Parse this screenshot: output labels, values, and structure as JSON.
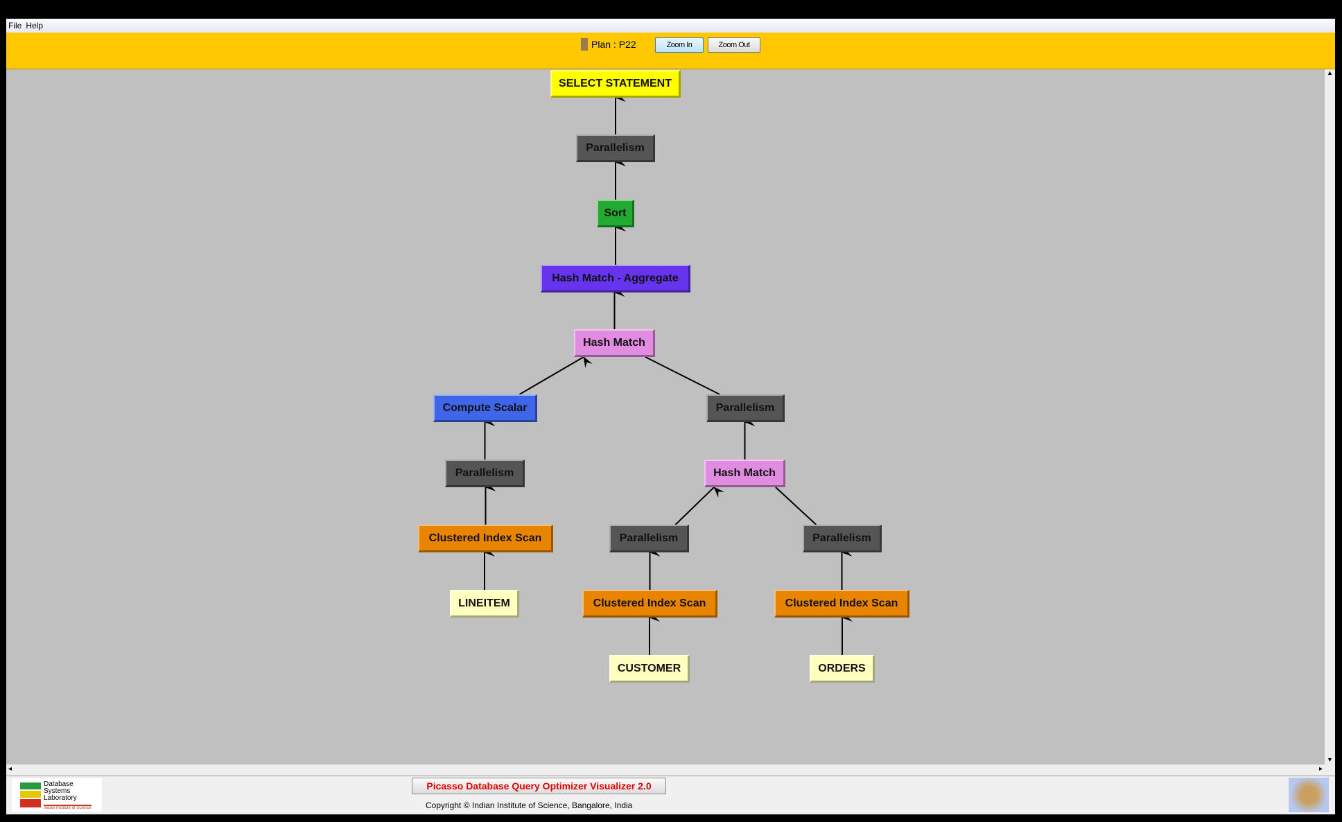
{
  "menu": {
    "file": "File",
    "help": "Help"
  },
  "toolbar": {
    "plan_label": "Plan : P22",
    "zoom_in": "Zoom In",
    "zoom_out": "Zoom Out",
    "plan_color": "#9a7a50"
  },
  "plan": {
    "nodes": [
      {
        "id": "n0",
        "label": "SELECT STATEMENT",
        "color": "#ffff00"
      },
      {
        "id": "n1",
        "label": "Parallelism",
        "color": "#555555"
      },
      {
        "id": "n2",
        "label": "Sort",
        "color": "#22aa33"
      },
      {
        "id": "n3",
        "label": "Hash Match - Aggregate",
        "color": "#6633ee"
      },
      {
        "id": "n4",
        "label": "Hash Match",
        "color": "#e08ce0"
      },
      {
        "id": "n5",
        "label": "Compute Scalar",
        "color": "#3f66e8"
      },
      {
        "id": "n6",
        "label": "Parallelism",
        "color": "#555555"
      },
      {
        "id": "n7",
        "label": "Parallelism",
        "color": "#555555"
      },
      {
        "id": "n8",
        "label": "Hash Match",
        "color": "#e08ce0"
      },
      {
        "id": "n9",
        "label": "Clustered Index Scan",
        "color": "#e88400"
      },
      {
        "id": "n10",
        "label": "Parallelism",
        "color": "#555555"
      },
      {
        "id": "n11",
        "label": "Parallelism",
        "color": "#555555"
      },
      {
        "id": "n12",
        "label": "LINEITEM",
        "color": "#ffffc0"
      },
      {
        "id": "n13",
        "label": "Clustered Index Scan",
        "color": "#e88400"
      },
      {
        "id": "n14",
        "label": "Clustered Index Scan",
        "color": "#e88400"
      },
      {
        "id": "n15",
        "label": "CUSTOMER",
        "color": "#ffffc0"
      },
      {
        "id": "n16",
        "label": "ORDERS",
        "color": "#ffffc0"
      }
    ],
    "edges": [
      [
        "n1",
        "n0"
      ],
      [
        "n2",
        "n1"
      ],
      [
        "n3",
        "n2"
      ],
      [
        "n4",
        "n3"
      ],
      [
        "n5",
        "n4"
      ],
      [
        "n6",
        "n4"
      ],
      [
        "n7",
        "n5"
      ],
      [
        "n8",
        "n6"
      ],
      [
        "n9",
        "n7"
      ],
      [
        "n10",
        "n8"
      ],
      [
        "n11",
        "n8"
      ],
      [
        "n12",
        "n9"
      ],
      [
        "n13",
        "n10"
      ],
      [
        "n14",
        "n11"
      ],
      [
        "n15",
        "n13"
      ],
      [
        "n16",
        "n14"
      ]
    ]
  },
  "footer": {
    "logo_text": "Database Systems Laboratory",
    "logo_sub": "Indian Institute of Science",
    "title": "Picasso Database Query Optimizer Visualizer 2.0",
    "copyright": "Copyright © Indian Institute of Science, Bangalore, India"
  }
}
